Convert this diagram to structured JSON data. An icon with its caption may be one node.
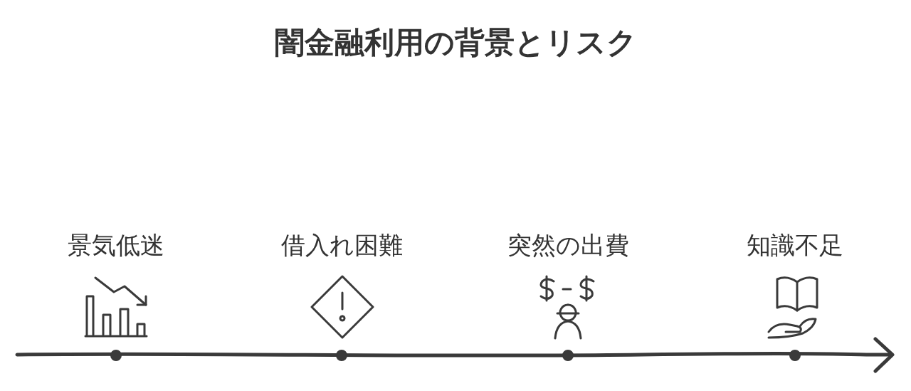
{
  "diagram": {
    "title": "闇金融利用の背景とリスク",
    "labels": [
      "景気低迷",
      "借入れ困難",
      "突然の出費",
      "知識不足"
    ]
  }
}
